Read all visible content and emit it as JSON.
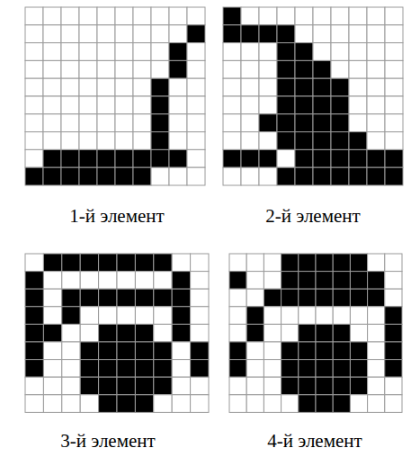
{
  "diagram": {
    "labels": [
      "1-й элемент",
      "2-й элемент",
      "3-й элемент",
      "4-й элемент"
    ]
  }
}
